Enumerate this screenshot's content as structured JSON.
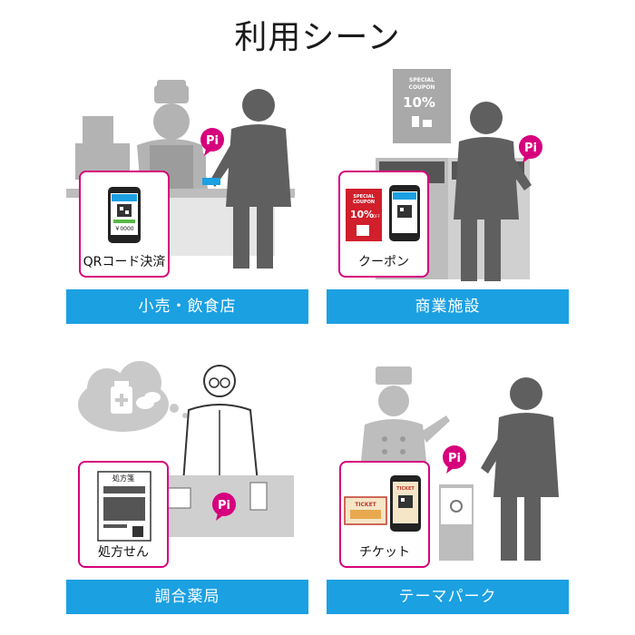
{
  "title": "利用シーン",
  "scenes": [
    {
      "inset_label": "QRコード決済",
      "banner": "小売・飲食店",
      "phone_text": "￥0000"
    },
    {
      "inset_label": "クーポン",
      "banner": "商業施設",
      "coupon_line1": "SPECIAL",
      "coupon_line2": "COUPON",
      "coupon_pct": "10%",
      "coupon_off": "OFF"
    },
    {
      "inset_label": "処方せん",
      "banner": "調合薬局",
      "doc_title": "処方箋"
    },
    {
      "inset_label": "チケット",
      "banner": "テーマパーク",
      "ticket_text": "TICKET"
    }
  ],
  "pi_badge": "Pi",
  "colors": {
    "accent": "#1ba0e2",
    "magenta": "#d6007c",
    "dark": "#5f5f5f",
    "light": "#a9a9a9"
  }
}
